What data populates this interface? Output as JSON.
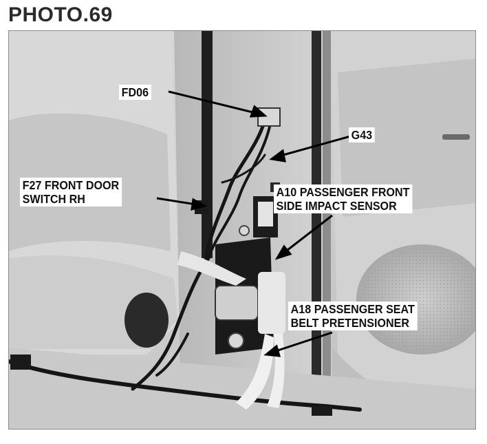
{
  "page": {
    "title": "PHOTO.69"
  },
  "photo": {
    "callouts": {
      "fd06": "FD06",
      "g43": "G43",
      "f27": [
        "F27 FRONT DOOR",
        "SWITCH RH"
      ],
      "a10": [
        "A10 PASSENGER FRONT",
        "SIDE IMPACT SENSOR"
      ],
      "a18": [
        "A18 PASSENGER SEAT",
        "BELT PRETENSIONER"
      ]
    }
  }
}
